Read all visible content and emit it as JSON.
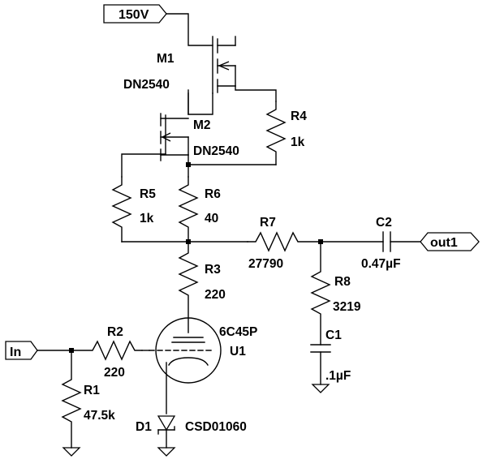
{
  "ports": {
    "supply": "150V",
    "input": "In",
    "output": "out1"
  },
  "components": {
    "M1": {
      "ref": "M1",
      "value": "DN2540"
    },
    "M2": {
      "ref": "M2",
      "value": "DN2540"
    },
    "R1": {
      "ref": "R1",
      "value": "47.5k"
    },
    "R2": {
      "ref": "R2",
      "value": "220"
    },
    "R3": {
      "ref": "R3",
      "value": "220"
    },
    "R4": {
      "ref": "R4",
      "value": "1k"
    },
    "R5": {
      "ref": "R5",
      "value": "1k"
    },
    "R6": {
      "ref": "R6",
      "value": "40"
    },
    "R7": {
      "ref": "R7",
      "value": "27790"
    },
    "R8": {
      "ref": "R8",
      "value": "3219"
    },
    "C1": {
      "ref": "C1",
      "value": ".1µF"
    },
    "C2": {
      "ref": "C2",
      "value": "0.47µF"
    },
    "U1": {
      "ref": "U1",
      "value": "6C45P"
    },
    "D1": {
      "ref": "D1",
      "value": "CSD01060"
    }
  }
}
